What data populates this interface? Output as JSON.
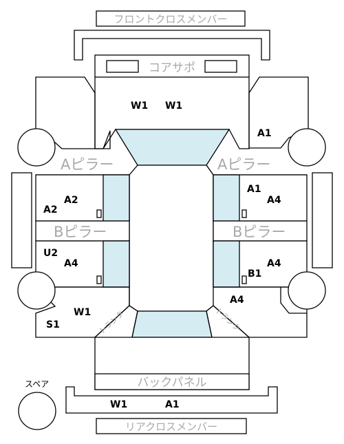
{
  "parts": {
    "front_cross_member": "フロントクロスメンバー",
    "core_support": "コアサポ",
    "a_pillar_left": "Aピラー",
    "a_pillar_right": "Aピラー",
    "b_pillar_left": "Bピラー",
    "b_pillar_right": "Bピラー",
    "back_panel": "バックパネル",
    "rear_cross_member": "リアクロスメンバー",
    "trunk_left": "トランク",
    "trunk_right": "トランク",
    "spare": "スペア"
  },
  "codes": {
    "hood_1": "W1",
    "hood_2": "W1",
    "front_right_fender": "A1",
    "front_left_door_1": "A2",
    "front_left_door_2": "A2",
    "front_right_door_1": "A1",
    "front_right_door_2": "A4",
    "rear_left_door_1": "U2",
    "rear_left_door_2": "A4",
    "rear_right_door_1": "A4",
    "rear_right_door_2": "B1",
    "rear_right_fender": "A4",
    "rear_left_fender_1": "W1",
    "rear_left_fender_2": "S1",
    "rear_bumper_1": "W1",
    "rear_bumper_2": "A1"
  },
  "colors": {
    "glass": "#d5ecf2",
    "label_grey": "#a8a8a8"
  }
}
